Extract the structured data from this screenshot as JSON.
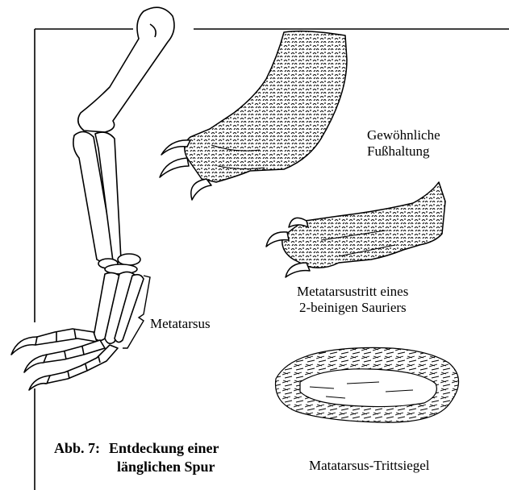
{
  "labels": {
    "normal_posture_line1": "Gewöhnliche",
    "normal_posture_line2": "Fußhaltung",
    "metatarsal_walk_line1": "Metatarsustritt eines",
    "metatarsal_walk_line2": "2-beinigen Sauriers",
    "metatarsus": "Metatarsus",
    "footprint": "Matatarsus-Trittsiegel"
  },
  "caption": {
    "number": "Abb. 7:",
    "line1": "Entdeckung einer",
    "line2": "länglichen Spur"
  }
}
